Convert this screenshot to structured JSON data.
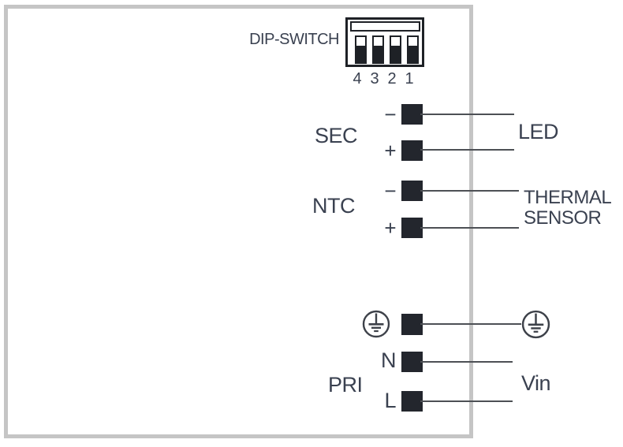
{
  "colors": {
    "outline": "#c5c5c5",
    "ink": "#1e2126",
    "text": "#3a4150",
    "wire": "#4d5055",
    "terminal": "#23262d"
  },
  "dip_switch": {
    "label": "DIP-SWITCH",
    "positions": [
      "4",
      "3",
      "2",
      "1"
    ],
    "lever_states": [
      "down",
      "down",
      "down",
      "down"
    ]
  },
  "sec": {
    "label": "SEC",
    "minus": "−",
    "plus": "+",
    "output_label": "LED"
  },
  "ntc": {
    "label": "NTC",
    "minus": "−",
    "plus": "+",
    "output_label_line1": "THERMAL",
    "output_label_line2": "SENSOR"
  },
  "pri": {
    "label": "PRI",
    "neutral": "N",
    "line": "L",
    "input_label": "Vin",
    "earth_icon": "protective-earth"
  }
}
